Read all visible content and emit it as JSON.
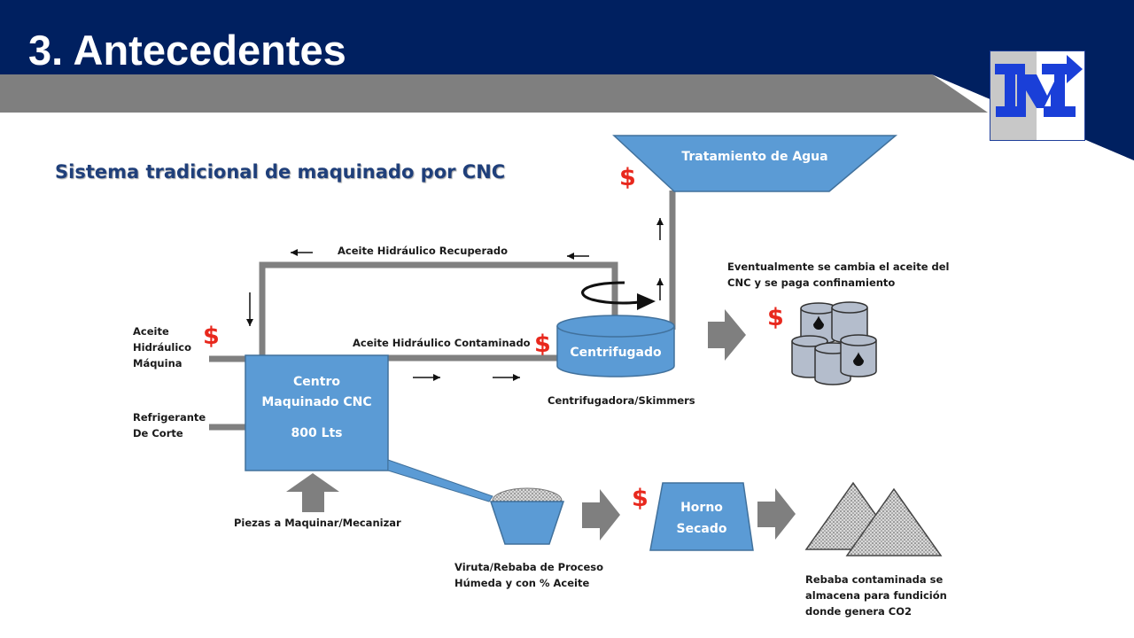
{
  "header": {
    "title": "3. Antecedentes",
    "logo_icon": "tmi-logo-icon",
    "navy_color": "#002060",
    "gray_color": "#7f7f7f"
  },
  "subtitle": "Sistema tradicional de maquinado por CNC",
  "diagram": {
    "water_treatment": "Tratamiento de Agua",
    "recovered_oil": "Aceite Hidráulico Recuperado",
    "contaminated_oil": "Aceite Hidráulico Contaminado",
    "cnc_box_line1": "Centro",
    "cnc_box_line2": "Maquinado CNC",
    "cnc_capacity": "800 Lts",
    "centrifuge": "Centrifugado",
    "centrifuge_caption": "Centrifugadora/Skimmers",
    "input_oil": [
      "Aceite",
      "Hidráulico",
      "Máquina"
    ],
    "input_coolant": [
      "Refrigerante",
      "De Corte"
    ],
    "pieces_label": "Piezas a Maquinar/Mecanizar",
    "oil_change_note": [
      "Eventualmente se cambia el aceite del",
      "CNC y se paga confinamiento"
    ],
    "chips_label": [
      "Viruta/Rebaba de Proceso",
      "Húmeda y con % Aceite"
    ],
    "oven_line1": "Horno",
    "oven_line2": "Secado",
    "storage_note": [
      "Rebaba contaminada se",
      "almacena para fundición",
      "donde genera CO2"
    ],
    "cost_symbol": "$",
    "box_color": "#5b9bd5",
    "cost_color": "#e8281d"
  }
}
